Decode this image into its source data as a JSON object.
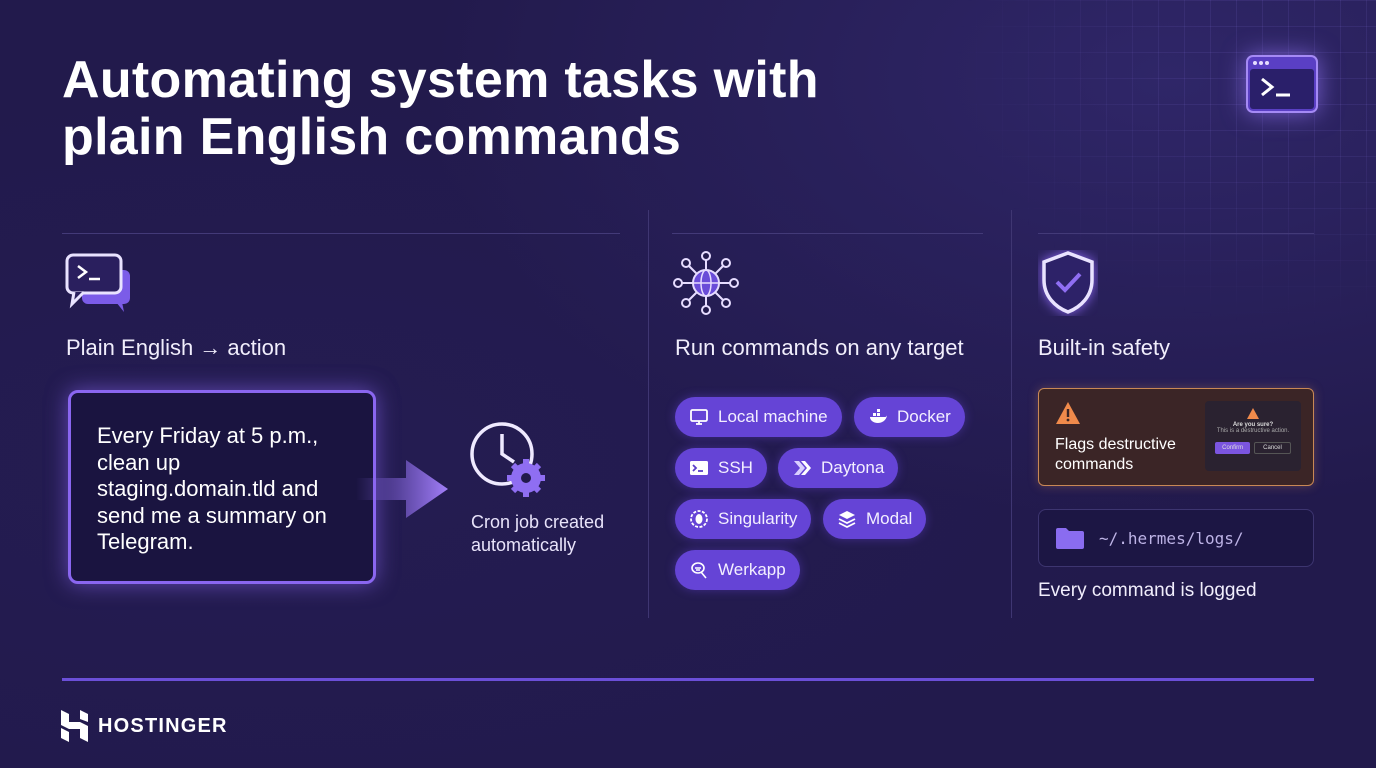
{
  "title": [
    "Automating system tasks with",
    "plain English commands"
  ],
  "columns": {
    "plain_english": {
      "label": "Plain English → action",
      "command": "Every Friday at 5 p.m., clean up staging.domain.tld and send me a summary on Telegram.",
      "result": [
        "Cron job created",
        "automatically"
      ]
    },
    "targets": {
      "label": "Run commands on any target",
      "pills": [
        {
          "label": "Local machine",
          "icon": "monitor-icon"
        },
        {
          "label": "Docker",
          "icon": "docker-whale-icon"
        },
        {
          "label": "SSH",
          "icon": "terminal-icon"
        },
        {
          "label": "Daytona",
          "icon": "daytona-chevron-icon"
        },
        {
          "label": "Singularity",
          "icon": "singularity-icon"
        },
        {
          "label": "Modal",
          "icon": "layers-icon"
        },
        {
          "label": "Werkapp",
          "icon": "werkapp-icon"
        }
      ]
    },
    "safety": {
      "label": "Built-in safety",
      "warning": [
        "Flags destructive",
        "commands"
      ],
      "dialog": {
        "title": "Are you sure?",
        "text": "This is a destructive action.",
        "confirm": "Confirm",
        "cancel": "Cancel"
      },
      "log_path": "~/.hermes/logs/",
      "log_caption": "Every command is logged"
    }
  },
  "brand": "HOSTINGER",
  "colors": {
    "background": "#221a4c",
    "accent": "#6544d6",
    "warning": "#f08a4b"
  }
}
